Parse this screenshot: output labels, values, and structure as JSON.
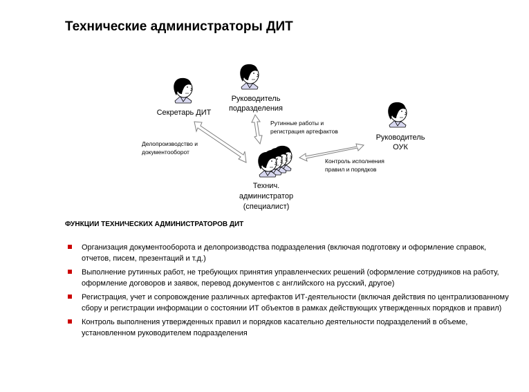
{
  "title": "Технические администраторы ДИТ",
  "diagram": {
    "nodes": {
      "secretary": "Секретарь ДИТ",
      "head": "Руководитель\nподразделения",
      "admin": "Технич.\nадминистратор\n(специалист)",
      "ouk": "Руководитель\nОУК"
    },
    "edges": {
      "secretary_admin": "Делопроизводство и\nдокументооборот",
      "head_admin": "Рутинные работы и\nрегистрация артефактов",
      "admin_ouk": "Контроль исполнения\nправил и порядков"
    }
  },
  "functions": {
    "heading": "ФУНКЦИИ ТЕХНИЧЕСКИХ АДМИНИСТРАТОРОВ ДИТ",
    "items": [
      "Организация документооборота и  делопроизводства подразделения (включая подготовку и оформление справок, отчетов, писем, презентаций и т.д.)",
      "Выполнение рутинных работ, не требующих принятия управленческих решений (оформление сотрудников на работу, оформление договоров и заявок, перевод документов с английского на русский, другое)",
      "Регистрация, учет и сопровождение различных артефактов ИТ-деятельности (включая действия по централизованному сбору и регистрации информации о состоянии ИТ объектов в рамках действующих утвержденных порядков и правил)",
      "Контроль выполнения утвержденных правил и порядков касательно деятельности подразделений в объеме, установленном руководителем подразделения"
    ]
  },
  "colors": {
    "bullet": "#cc0000",
    "arrow_fill": "#ffffff",
    "arrow_stroke": "#7f7f7f",
    "shirt": "#d8d8f0"
  }
}
